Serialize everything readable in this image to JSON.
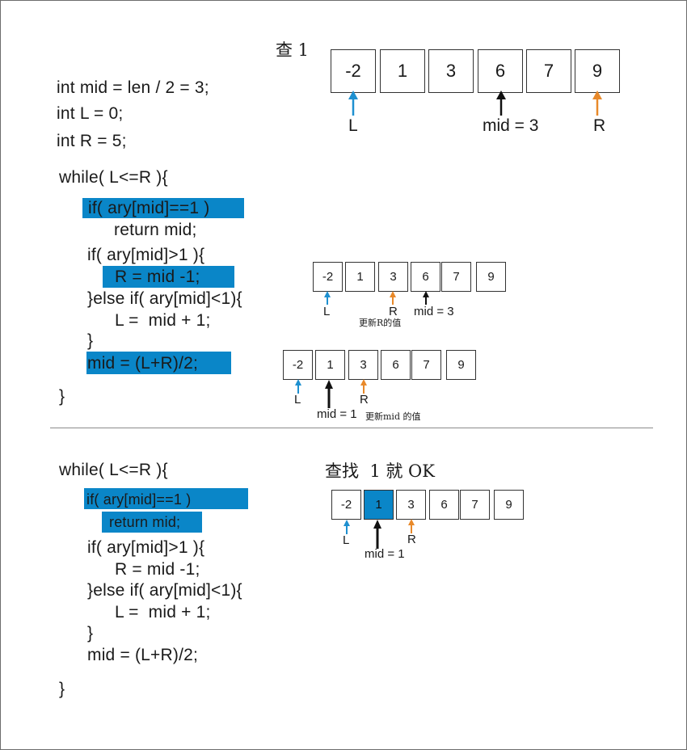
{
  "top": {
    "code": [
      "int mid = len / 2 = 3;",
      "int L = 0;",
      "int R = 5;"
    ],
    "caption": "查 1"
  },
  "loop1": {
    "lines": [
      "while( L<=R ){",
      "if( ary[mid]==1 )",
      "return mid;",
      "if( ary[mid]>1 ){",
      "R = mid -1;",
      "}else if( ary[mid]<1){",
      "L =  mid + 1;",
      "}",
      "mid = (L+R)/2;",
      "}"
    ],
    "highlighted": [
      "if( ary[mid]==1 )",
      "R = mid -1;",
      "mid = (L+R)/2;"
    ]
  },
  "loop2": {
    "lines": [
      "while( L<=R ){",
      "if( ary[mid]==1 )",
      "return mid;",
      "if( ary[mid]>1 ){",
      "R = mid -1;",
      "}else if( ary[mid]<1){",
      "L =  mid + 1;",
      "}",
      "mid = (L+R)/2;",
      "}"
    ],
    "highlighted": [
      "if( ary[mid]==1 )",
      "return mid;"
    ],
    "caption": "查找  1 就 OK"
  },
  "arrays": {
    "a1": {
      "cells": [
        "-2",
        "1",
        "3",
        "6",
        "7",
        "9"
      ],
      "L": "L",
      "mid": "mid = 3",
      "R": "R"
    },
    "a2": {
      "cells": [
        "-2",
        "1",
        "3",
        "6",
        "7",
        "9"
      ],
      "L": "L",
      "R": "R",
      "mid": "mid = 3",
      "note": "更新R的值"
    },
    "a3": {
      "cells": [
        "-2",
        "1",
        "3",
        "6",
        "7",
        "9"
      ],
      "L": "L",
      "R": "R",
      "mid": "mid = 1",
      "note": "更新mid 的值"
    },
    "a4": {
      "cells": [
        "-2",
        "1",
        "3",
        "6",
        "7",
        "9"
      ],
      "L": "L",
      "R": "R",
      "mid": "mid = 1",
      "found_index": 1
    }
  },
  "colors": {
    "highlight": "#0a86c8",
    "arrow_L": "#1e90d0",
    "arrow_R": "#e8892a",
    "arrow_mid": "#111111"
  }
}
